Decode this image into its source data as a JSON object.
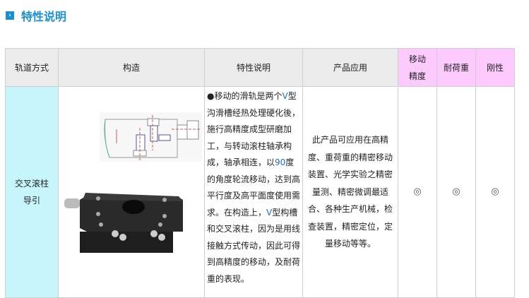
{
  "section": {
    "icon": "chevron-right-icon",
    "title": "特性说明"
  },
  "table": {
    "headers": [
      "轨道方式",
      "构造",
      "特性说明",
      "产品应用",
      "移动精度",
      "耐荷重",
      "刚性"
    ],
    "rows": [
      {
        "rail_type": "交叉滚柱导引",
        "structure_images": [
          "cross-section-drawing",
          "stage-photo"
        ],
        "features": {
          "bullet": "●",
          "p1": "移动的滑轨是两个",
          "v1": "V",
          "p2": "型沟滑槽经热处理硬化後，施行高精度成型研磨加工，与转动滚柱轴承构成，轴承相连，以",
          "n90": "90",
          "p3": "度的角度轮流移动，达到高平行度及高平面度使用需求。在构造上，",
          "v2": "V",
          "p4": "型构槽和交叉滚柱，因为是用线接触方式传动，因此可得到高精度的移动，及耐荷重的表现。"
        },
        "application": "此产品可应用在高精度、重荷重的精密移动装置、光学实验之精密量测、精密微调最适合、各种生产机械，检查装置，精密定位，定量移动等等。",
        "accuracy": "◎",
        "load": "◎",
        "rigidity": "◎"
      }
    ]
  }
}
